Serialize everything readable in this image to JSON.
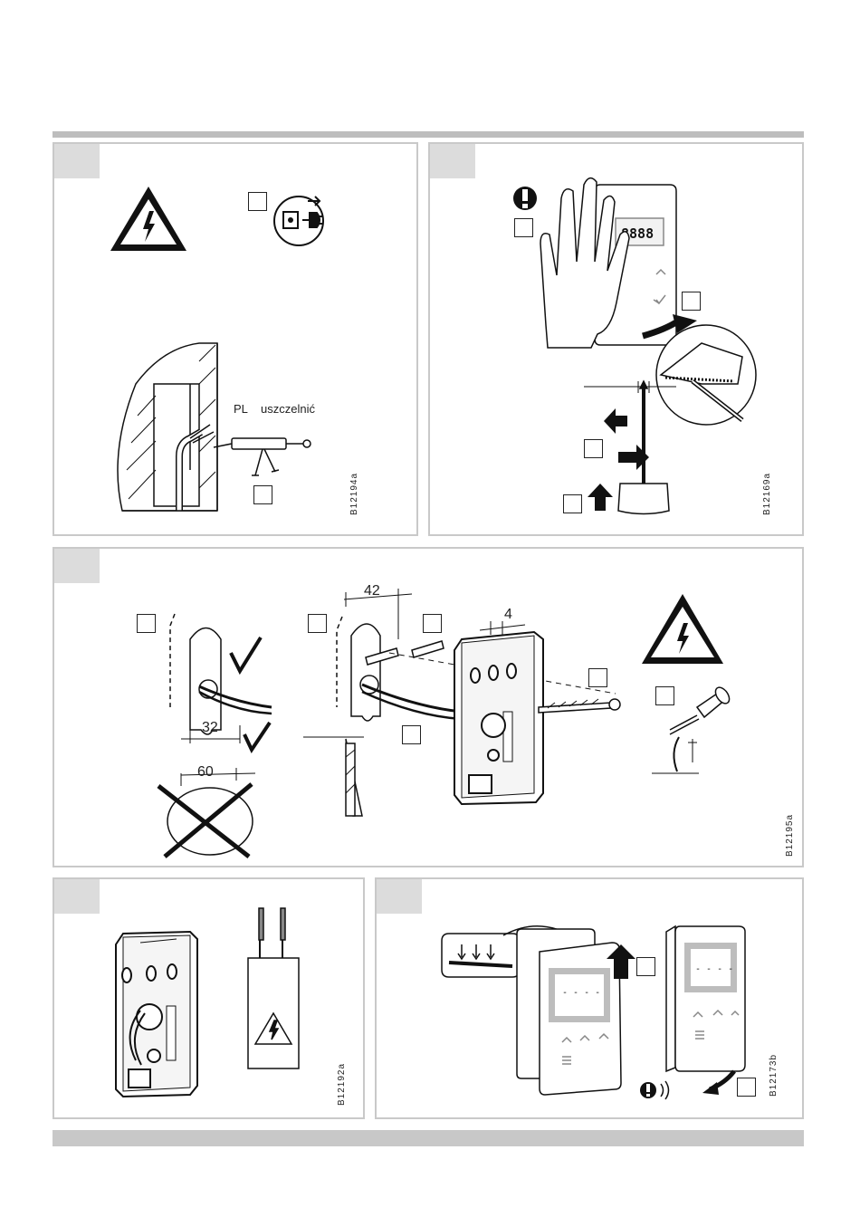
{
  "panel1": {
    "code": "B12194a",
    "label_pl": "PL",
    "label_seal": "uszczelnić"
  },
  "panel2": {
    "code": "B12169a",
    "display": "8888"
  },
  "panel3": {
    "code": "B12195a",
    "dim_32": "32",
    "dim_60": "60",
    "dim_42": "42",
    "dim_4": "4"
  },
  "panel4": {
    "code": "B12192a"
  },
  "panel5": {
    "code": "B12173b",
    "display": "- - - -"
  }
}
